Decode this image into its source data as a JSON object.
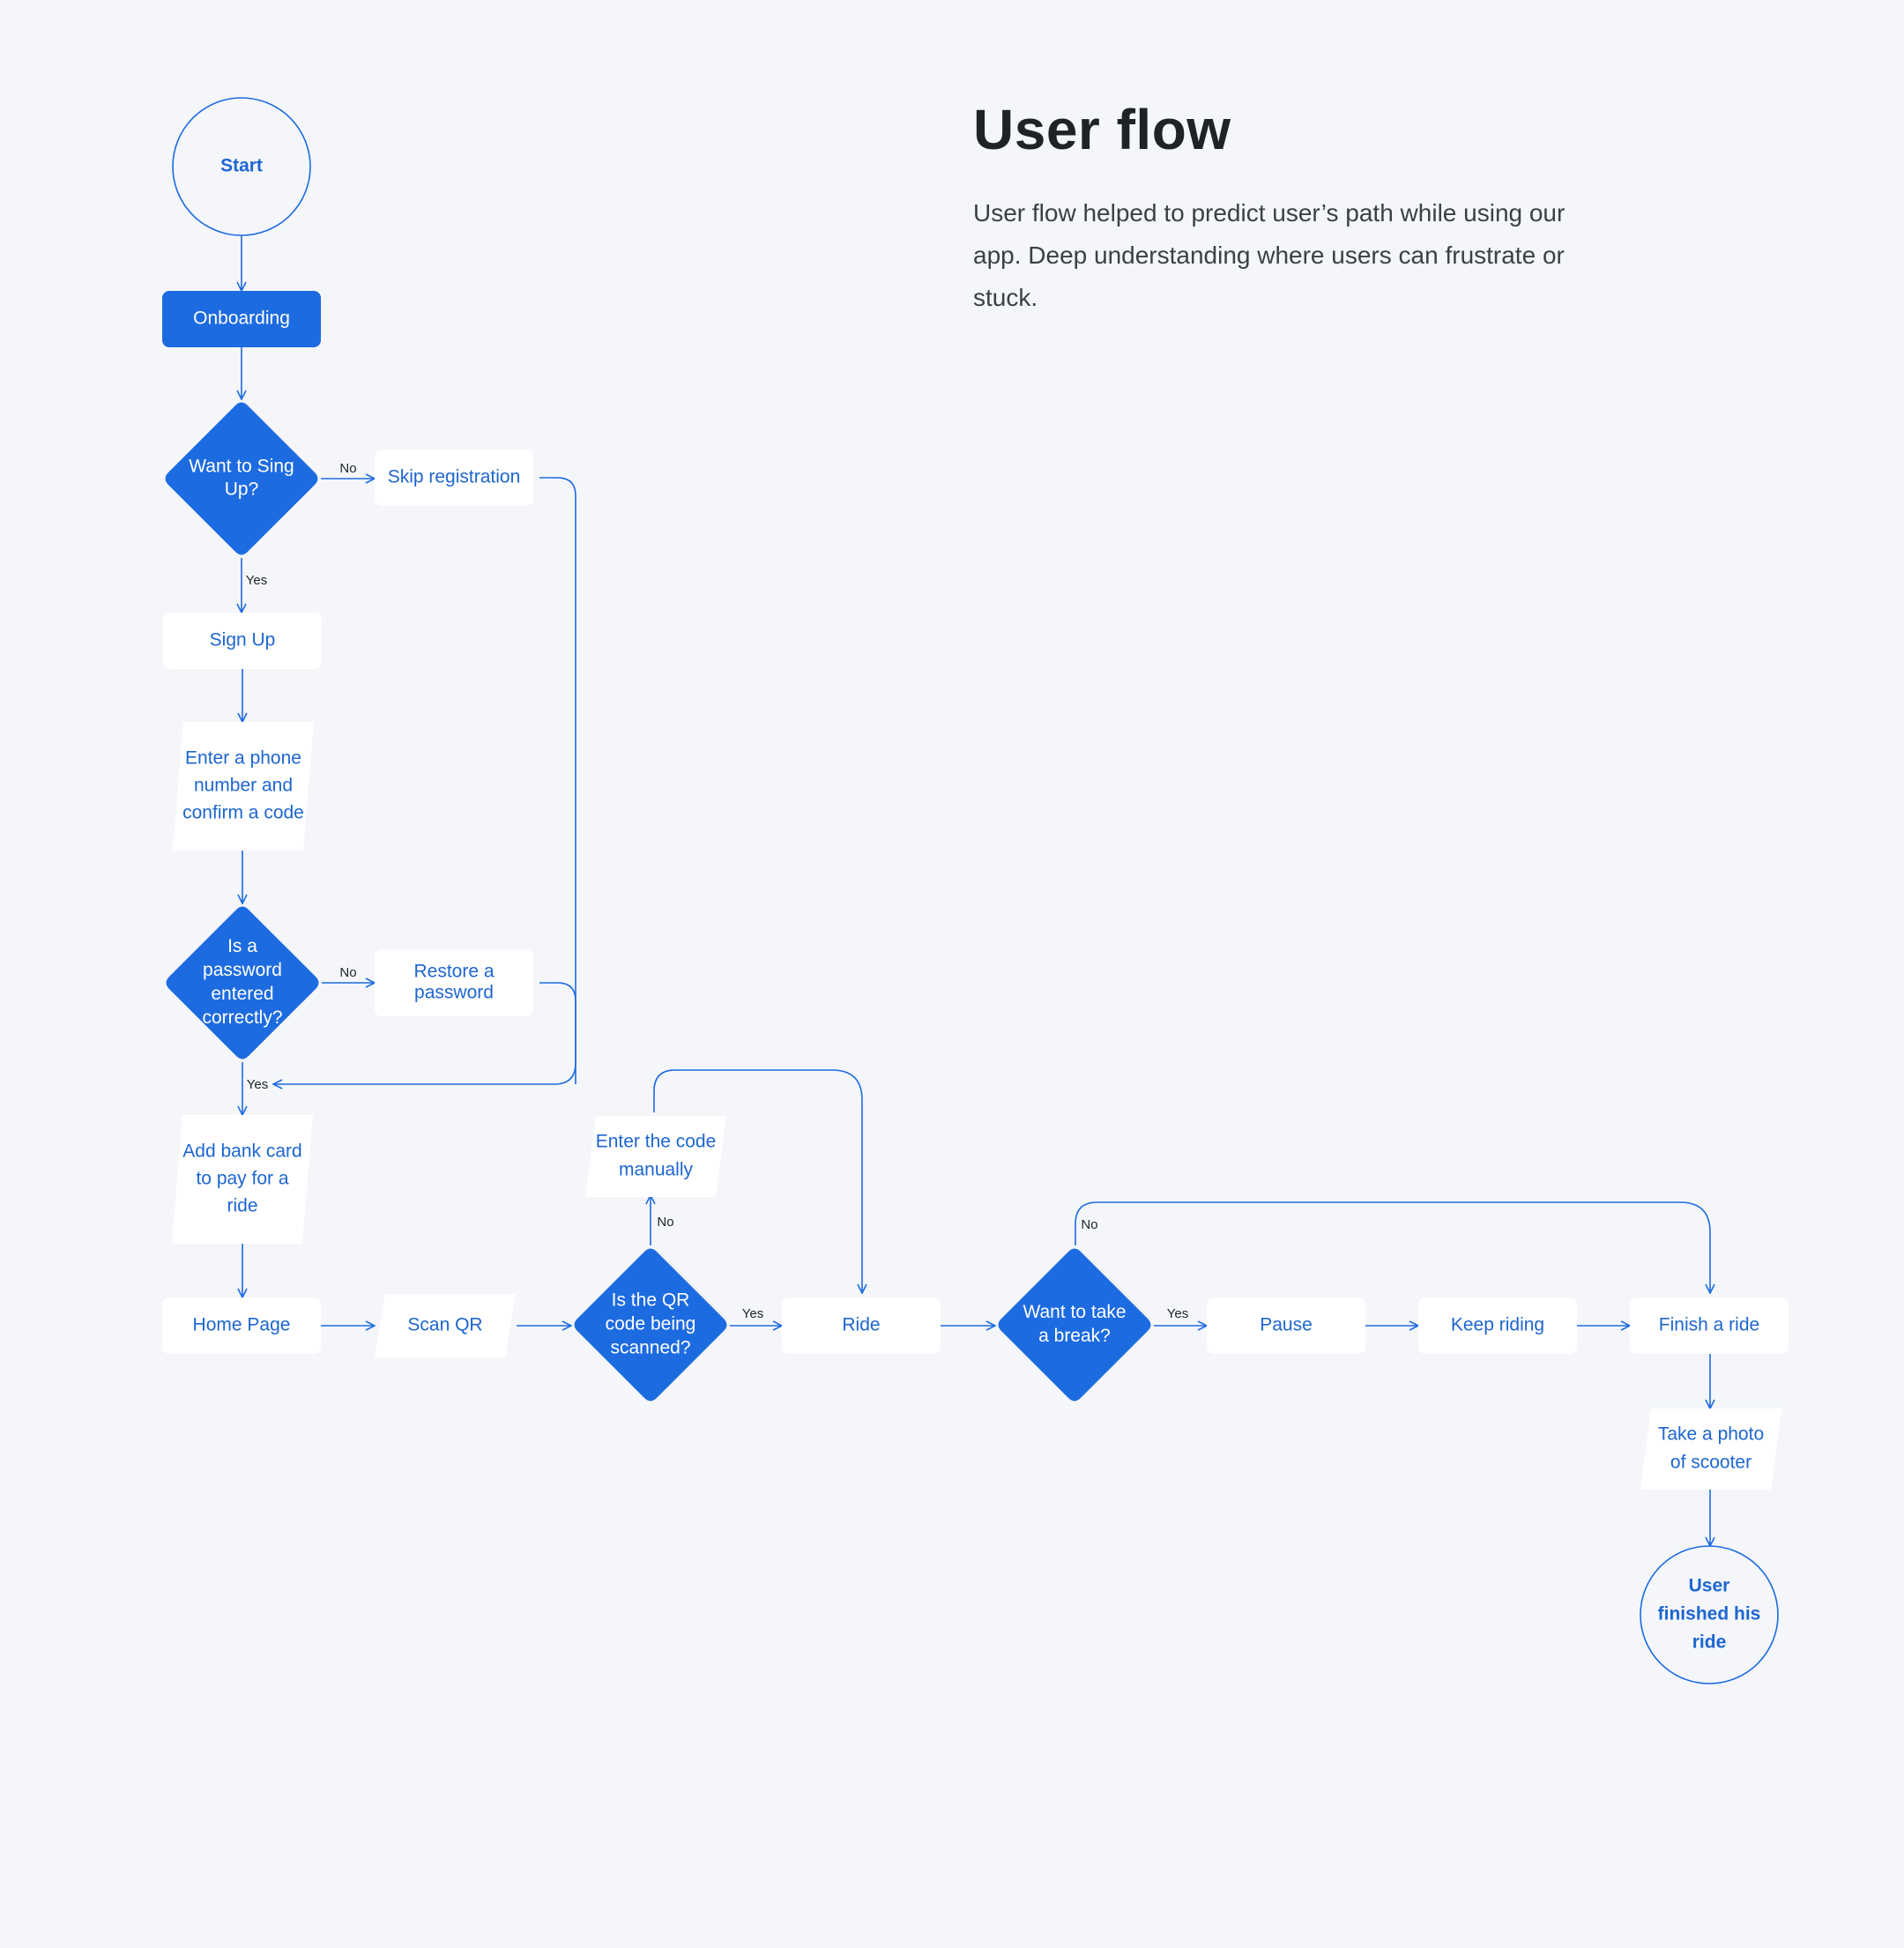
{
  "header": {
    "title": "User flow",
    "description": "User flow helped to predict user’s path while using our app. Deep understanding where users can frustrate or stuck."
  },
  "colors": {
    "background": "#f4f6fa",
    "accent": "#1d6be0",
    "accent_text": "#1d66d1",
    "node_fill": "#ffffff",
    "on_accent": "#ffffff",
    "edge_label": "#1f2328"
  },
  "nodes": [
    {
      "id": "start",
      "shape": "circle",
      "label": "Start"
    },
    {
      "id": "onboarding",
      "shape": "filled-rect",
      "label": "Onboarding"
    },
    {
      "id": "want-signup",
      "shape": "diamond",
      "label": "Want to Sing Up?"
    },
    {
      "id": "skip-registration",
      "shape": "rect",
      "label": "Skip registration"
    },
    {
      "id": "sign-up",
      "shape": "rect",
      "label": "Sign Up"
    },
    {
      "id": "enter-phone",
      "shape": "parallelogram",
      "label": "Enter a phone number and confirm a code"
    },
    {
      "id": "password-correct",
      "shape": "diamond",
      "label": "Is a password entered correctly?"
    },
    {
      "id": "restore-password",
      "shape": "rect",
      "label": "Restore a password"
    },
    {
      "id": "add-bank-card",
      "shape": "parallelogram",
      "label": "Add bank card to pay for a ride"
    },
    {
      "id": "home-page",
      "shape": "rect",
      "label": "Home Page"
    },
    {
      "id": "scan-qr",
      "shape": "parallelogram",
      "label": "Scan QR"
    },
    {
      "id": "qr-scanned",
      "shape": "diamond",
      "label": "Is the QR code being scanned?"
    },
    {
      "id": "enter-code",
      "shape": "parallelogram",
      "label": "Enter the code manually"
    },
    {
      "id": "ride",
      "shape": "rect",
      "label": "Ride"
    },
    {
      "id": "want-break",
      "shape": "diamond",
      "label": "Want to take a break?"
    },
    {
      "id": "pause",
      "shape": "rect",
      "label": "Pause"
    },
    {
      "id": "keep-riding",
      "shape": "rect",
      "label": "Keep riding"
    },
    {
      "id": "finish-ride",
      "shape": "rect",
      "label": "Finish a ride"
    },
    {
      "id": "take-photo",
      "shape": "parallelogram",
      "label": "Take a photo of scooter"
    },
    {
      "id": "user-finished",
      "shape": "circle",
      "label": "User finished his ride"
    }
  ],
  "edges": [
    {
      "from": "start",
      "to": "onboarding",
      "label": ""
    },
    {
      "from": "onboarding",
      "to": "want-signup",
      "label": ""
    },
    {
      "from": "want-signup",
      "to": "skip-registration",
      "label": "No"
    },
    {
      "from": "want-signup",
      "to": "sign-up",
      "label": "Yes"
    },
    {
      "from": "skip-registration",
      "to": "add-bank-card",
      "label": ""
    },
    {
      "from": "sign-up",
      "to": "enter-phone",
      "label": ""
    },
    {
      "from": "enter-phone",
      "to": "password-correct",
      "label": ""
    },
    {
      "from": "password-correct",
      "to": "restore-password",
      "label": "No"
    },
    {
      "from": "restore-password",
      "to": "add-bank-card",
      "label": ""
    },
    {
      "from": "password-correct",
      "to": "add-bank-card",
      "label": "Yes"
    },
    {
      "from": "add-bank-card",
      "to": "home-page",
      "label": ""
    },
    {
      "from": "home-page",
      "to": "scan-qr",
      "label": ""
    },
    {
      "from": "scan-qr",
      "to": "qr-scanned",
      "label": ""
    },
    {
      "from": "qr-scanned",
      "to": "enter-code",
      "label": "No"
    },
    {
      "from": "qr-scanned",
      "to": "ride",
      "label": "Yes"
    },
    {
      "from": "enter-code",
      "to": "ride",
      "label": ""
    },
    {
      "from": "ride",
      "to": "want-break",
      "label": ""
    },
    {
      "from": "want-break",
      "to": "pause",
      "label": "Yes"
    },
    {
      "from": "want-break",
      "to": "finish-ride",
      "label": "No"
    },
    {
      "from": "pause",
      "to": "keep-riding",
      "label": ""
    },
    {
      "from": "keep-riding",
      "to": "finish-ride",
      "label": ""
    },
    {
      "from": "finish-ride",
      "to": "take-photo",
      "label": ""
    },
    {
      "from": "take-photo",
      "to": "user-finished",
      "label": ""
    }
  ]
}
